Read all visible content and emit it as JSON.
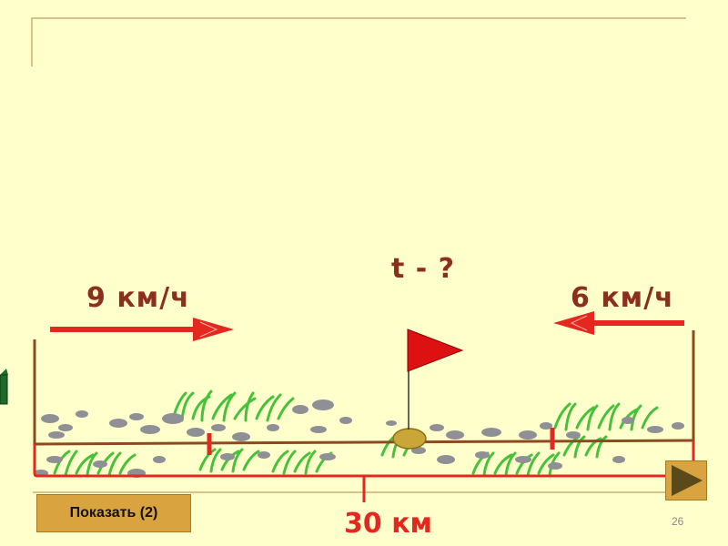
{
  "question": "t  - ?",
  "speed_left": "9 км/ч",
  "speed_right": "6 км/ч",
  "distance": "30 км",
  "show_button": "Показать (2)",
  "slide_number": "26",
  "icons": {
    "flag": "flag-icon",
    "next": "next-arrow-icon",
    "house": "house-icon"
  },
  "colors": {
    "background": "#ffffcc",
    "road": "#8b4a1f",
    "arrow": "#e5281f",
    "distance_line": "#e5281f",
    "flag": "#dd1111",
    "button": "#d9a33f",
    "label_text": "#8b2f1f"
  }
}
